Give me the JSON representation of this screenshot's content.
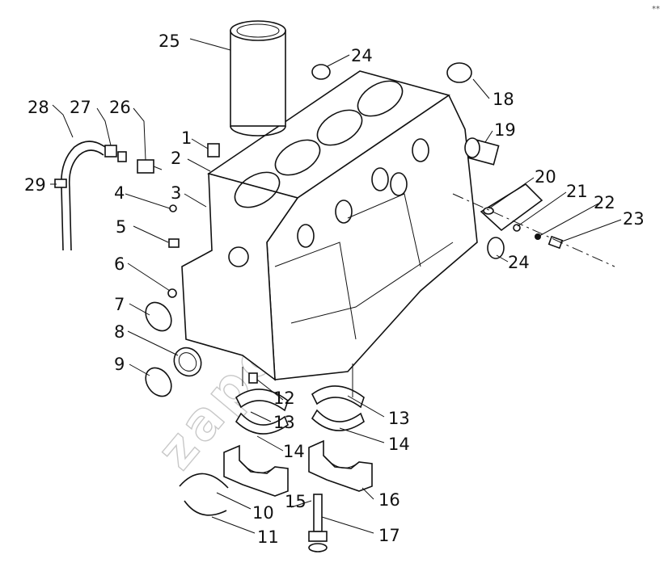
{
  "corner_mark": "**",
  "watermark": "zapchasti.ru",
  "callouts": [
    {
      "id": "c25",
      "text": "25"
    },
    {
      "id": "c24a",
      "text": "24"
    },
    {
      "id": "c18",
      "text": "18"
    },
    {
      "id": "c19",
      "text": "19"
    },
    {
      "id": "c28",
      "text": "28"
    },
    {
      "id": "c27",
      "text": "27"
    },
    {
      "id": "c26",
      "text": "26"
    },
    {
      "id": "c29",
      "text": "29"
    },
    {
      "id": "c1",
      "text": "1"
    },
    {
      "id": "c2",
      "text": "2"
    },
    {
      "id": "c3",
      "text": "3"
    },
    {
      "id": "c4",
      "text": "4"
    },
    {
      "id": "c5",
      "text": "5"
    },
    {
      "id": "c6",
      "text": "6"
    },
    {
      "id": "c7",
      "text": "7"
    },
    {
      "id": "c8",
      "text": "8"
    },
    {
      "id": "c9",
      "text": "9"
    },
    {
      "id": "c20",
      "text": "20"
    },
    {
      "id": "c21",
      "text": "21"
    },
    {
      "id": "c22",
      "text": "22"
    },
    {
      "id": "c23",
      "text": "23"
    },
    {
      "id": "c24b",
      "text": "24"
    },
    {
      "id": "c12",
      "text": "12"
    },
    {
      "id": "c13a",
      "text": "13"
    },
    {
      "id": "c13b",
      "text": "13"
    },
    {
      "id": "c14a",
      "text": "14"
    },
    {
      "id": "c14b",
      "text": "14"
    },
    {
      "id": "c15",
      "text": "15"
    },
    {
      "id": "c16",
      "text": "16"
    },
    {
      "id": "c17",
      "text": "17"
    },
    {
      "id": "c10",
      "text": "10"
    },
    {
      "id": "c11",
      "text": "11"
    }
  ]
}
